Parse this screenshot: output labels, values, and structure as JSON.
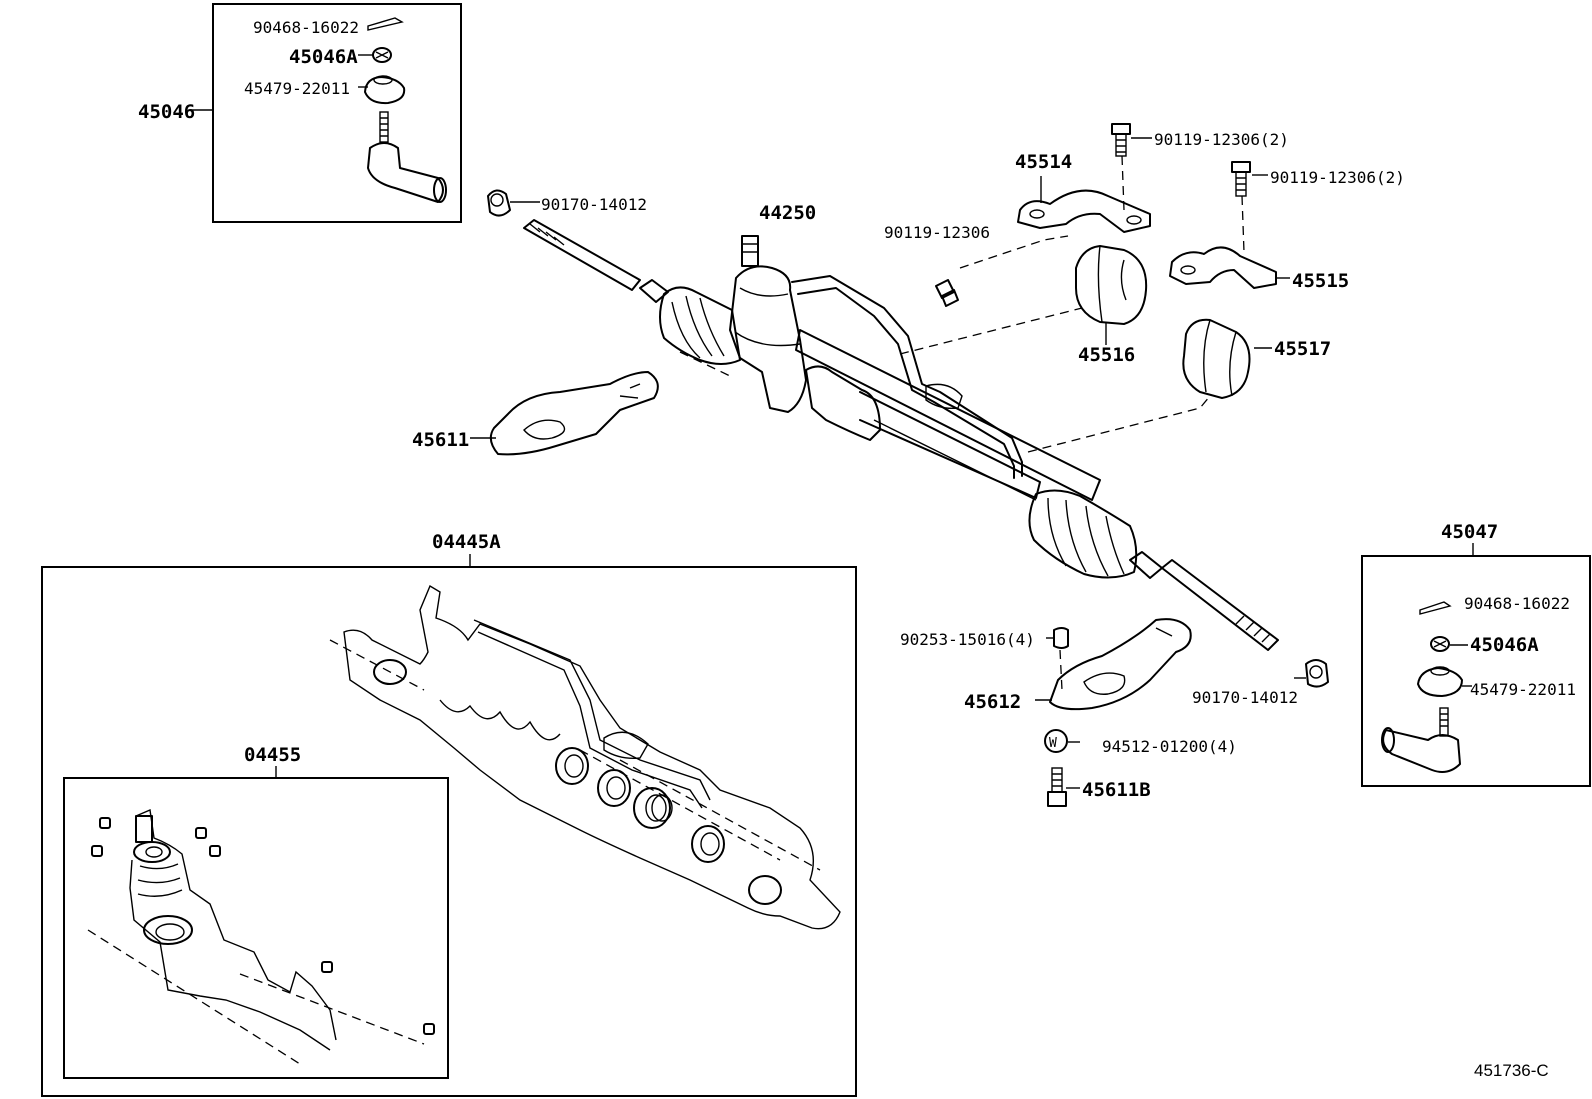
{
  "labels": {
    "p45046": "45046",
    "p90468_tl": "90468-16022",
    "p45046A_tl": "45046A",
    "p45479_tl": "45479-22011",
    "p90170_l": "90170-14012",
    "p44250": "44250",
    "p45514": "45514",
    "p90119_a": "90119-12306(2)",
    "p90119_b": "90119-12306(2)",
    "p90119_c": "90119-12306",
    "p45515": "45515",
    "p45516": "45516",
    "p45517": "45517",
    "p45611": "45611",
    "p04445A": "04445A",
    "p04455": "04455",
    "p45047": "45047",
    "p90468_r": "90468-16022",
    "p45046A_r": "45046A",
    "p45479_r": "45479-22011",
    "p90253": "90253-15016(4)",
    "p45612": "45612",
    "p90170_r": "90170-14012",
    "p94512": "94512-01200(4)",
    "p45611B": "45611B",
    "ref_code": "451736-C"
  }
}
